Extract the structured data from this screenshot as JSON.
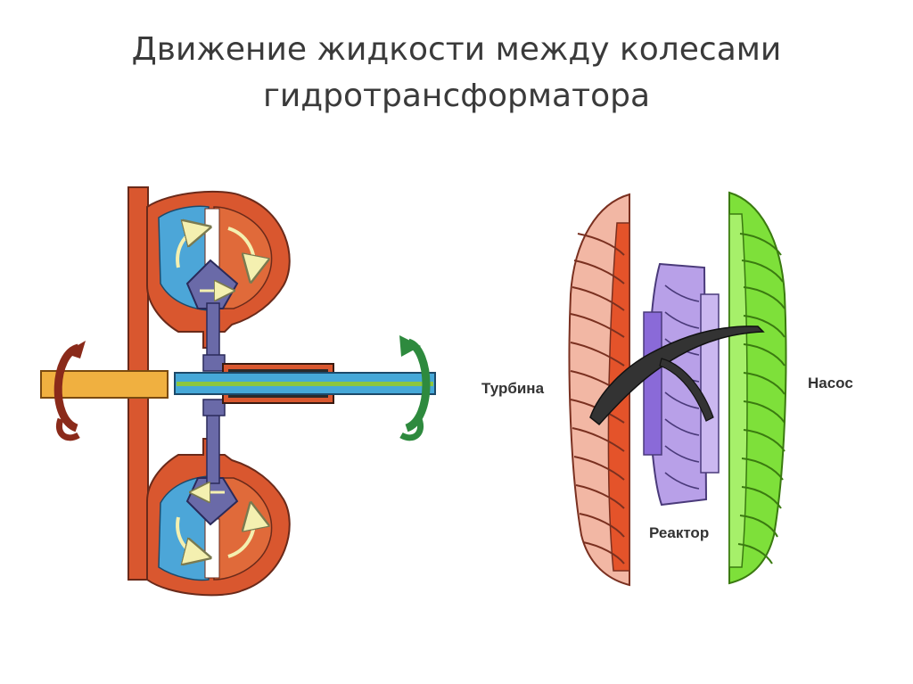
{
  "title": {
    "line1": "Движение жидкости между колесами",
    "line2": "гидротрансформатора"
  },
  "labels": {
    "turbine": "Турбина",
    "pump": "Насос",
    "reactor": "Реактор"
  },
  "colors": {
    "housing": "#d9572f",
    "housing_stroke": "#6a2a1a",
    "turbine_fluid": "#4ca6d8",
    "reactor": "#6a6aa8",
    "input_shaft": "#f0b040",
    "output_shaft": "#46a8d8",
    "output_shaft_stripe": "#8cc63f",
    "arrow_left": "#8a2a1a",
    "arrow_right": "#2e8a3e",
    "flow_arrow": "#f4f0b0",
    "turbine_wheel": "#f2b7a4",
    "turbine_wheel_inner": "#e4532a",
    "reactor_wheel": "#b8a0e8",
    "pump_wheel": "#7ee03a",
    "flow_path": "#333333"
  },
  "icons": [
    "rotation-arrow-left-icon",
    "rotation-arrow-right-icon",
    "flow-arrow-icon"
  ]
}
